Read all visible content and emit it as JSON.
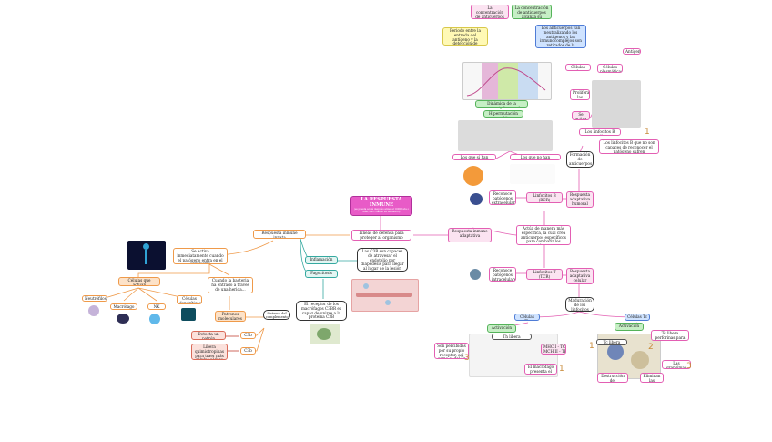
{
  "root": {
    "title": "LA RESPUESTA INMUNE",
    "subtitle": "(es puesta acciá después antes el 1000 toda o más, solo cuando se necesario)"
  },
  "defense": "Líneas de defensa para proteger al organismo",
  "innate": {
    "title": "Respuesta inmune innata",
    "activation": "Se activa inmediatamente cuando el patógeno entra en el organismo",
    "cells_title": "Células que actúan",
    "cells": [
      "Neutrófilos",
      "Macrófago",
      "NK",
      "Células dendríticas"
    ],
    "bacteria": "Cuando la bacteria ha entrado a través de una herida...",
    "patterns": "Patrones moleculares",
    "complement": "Sistema del complemento",
    "detects": "Detecta un patrón molecular",
    "releases": "Libera quimiotropinas para traer más células al foco de infección",
    "c3b": "C3b",
    "inflammation": "Inflamación",
    "phagocytosis": "Fagocitosis",
    "c3b_cells": "Las C3B son capaces de atravesar el endotelio por diapédesis para llegar al lugar de la lesión",
    "receptor": "El receptor de los macrófagos C3BR es capaz de unirse a la proteína C3B"
  },
  "adaptive": {
    "title": "Respuesta inmune adaptativa",
    "activation": "Actúa de manera más específica, la cual crea anticuerpos específicos para combatir los patógenos.",
    "b_lymph": "Linfocitos B (BCR)",
    "t_lymph": "Linfocitos T (TCR)",
    "recog_b": "Reconoce patógenos extracelulares",
    "recog_t": "Reconoce patógenos intracelulares",
    "humoral": "Respuesta adaptativa humoral",
    "cellular": "Respuesta adaptativa celular",
    "antibody_form": "Formación de anticuerpos",
    "not_changed": "Los que no han cambiado...",
    "changed": "Los que sí han cambiado...",
    "hypermutation": "Hipermutación somática",
    "dynamics": "Dinámica de la respuesta humoral",
    "top_pink": "La concentración de anticuerpos es asermonoterio rápidamente",
    "top_green": "La concentración de anticuerpos alcanza su máximo y se mantiene",
    "yellow_note": "Periodo entre la entrada del antígeno y la detección de anticuerpos específicos en suero.",
    "blue_note": "Los anticuerpos van neutralizando los antígenos y las inmunocomplejos son retirados de la circulación, y el nivel de anticuerpos desciende",
    "antigen": "Antígeno",
    "memory": "Células de memoria",
    "plasmatic": "Células plasmáticas",
    "proliferate": "Proliferan las células y se diferencian",
    "activated": "Se activa el linfocito B",
    "bind": "Los linfocitos B perciben antígenos del TLC",
    "no_capacity": "Los linfocitos B que no son capaces de reconocer el patógeno sufren modificaciones en la región variable",
    "mature": "Maduración de los linfocitos",
    "th": "Células Th",
    "tc": "Células Tc",
    "activation_label": "Activación",
    "th_note": "Th libera interleuquinas",
    "mhc": "MHC I - TC\nMCH II - TH",
    "th_left": "Son percibidas por su propio receptor, así como el del Tc",
    "macrophage_presents": "El macrófago presenta el patógeno",
    "tc_note": "Tc libera perforinas",
    "tc_right": "Tc libera perforinas para hacer poros a la célula",
    "granzymes": "Las granzimas penetran",
    "destroy": "Destrucción del metabolismo",
    "eliminate": "Eliminan las enzimas"
  }
}
